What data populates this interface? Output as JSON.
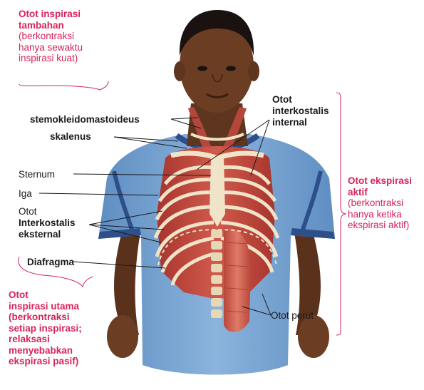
{
  "labels": {
    "stemo": "stemokleidomastoideus",
    "skalenus": "skalenus",
    "sternum": "Sternum",
    "iga": "Iga",
    "otot_interkostalis_eksternal": [
      "Otot",
      "Interkostalis",
      "eksternal"
    ],
    "diafragma": "Diafragma",
    "otot_interkostalis_internal": [
      "Otot",
      "interkostalis",
      "internal"
    ],
    "otot_perut": "Otot perut"
  },
  "groups": {
    "inspirasi_tambahan": {
      "title": [
        "Otot  inspirasi",
        "tambahan"
      ],
      "desc": [
        "(berkontraksi",
        "hanya  sewaktu",
        "inspirasi kuat)"
      ]
    },
    "ekspirasi_aktif": {
      "title": [
        "Otot ekspirasi",
        "aktif"
      ],
      "desc": [
        "(berkontraksi",
        "hanya ketika",
        "ekspirasi aktif)"
      ]
    },
    "inspirasi_utama": {
      "title": [
        "Otot",
        "inspirasi utama"
      ],
      "desc": [
        "(berkontraksi",
        "setiap  inspirasi;",
        "relaksasi",
        "menyebabkan",
        "ekspirasi pasif)"
      ]
    }
  },
  "colors": {
    "accent_red": "#d8235a",
    "shirt_blue": "#7aa6d3",
    "muscle_red": "#c0453c",
    "bone": "#efe4c8",
    "skin": "#6b3d22"
  }
}
